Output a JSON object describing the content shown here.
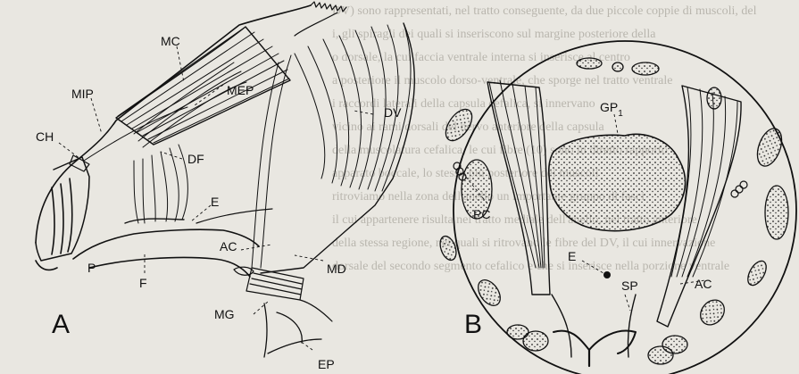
{
  "background_text": [
    "DV) sono rappresentati, nel tratto conseguente, da due piccole coppie di muscoli, del",
    "i, gli spiragli dei quali si inseriscono sul margine posteriore della",
    "o dorsale, la cui faccia ventrale interna si inserisce al centro",
    "a posteriore il muscolo dorso-ventrale, che sporge nel tratto ventrale",
    "i raccordi laterali della capsula cefalica, si innervano",
    "vicino ai rami dorsali del nervo anteriore della capsula",
    "della muscolatura cefalica, le cui fibre (10) sono in diretto rapporto",
    "apparato boccale, lo stesso più posteriore dei muscoli",
    "ritroviamo nella zona dell'anello un importante gruppo di fasci",
    "il cui appartenere risulta nel tratto mediale dell'anello, nel tratto anteriore",
    "della stessa regione, nei quali si ritrovano le fibre del DV, il cui innervazione",
    "dorsale del secondo segmento cefalico e che si inserisce nella porzione ventrale"
  ],
  "panel_a": {
    "letter": "A",
    "labels": {
      "mc": "MC",
      "mip": "MIP",
      "ch": "CH",
      "mep": "MEP",
      "dv": "DV",
      "df": "DF",
      "e": "E",
      "ac": "AC",
      "p": "P",
      "f": "F",
      "md": "MD",
      "mg": "MG",
      "ep": "EP"
    }
  },
  "panel_b": {
    "letter": "B",
    "labels": {
      "gp": "GP",
      "gp_sub": "1",
      "pc": "PC",
      "e": "E",
      "sp": "SP",
      "ac": "AC"
    }
  }
}
